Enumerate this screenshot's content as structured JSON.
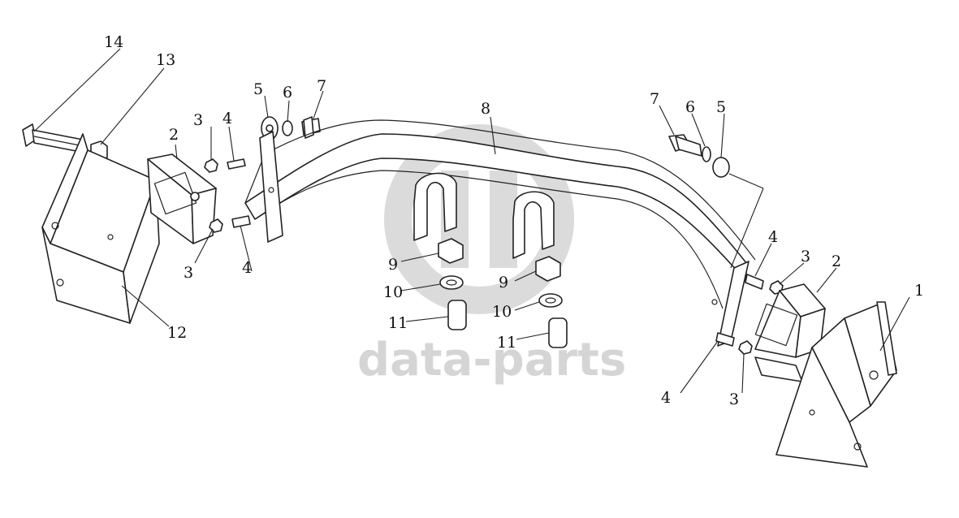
{
  "watermark": {
    "text": "data-parts",
    "color": "#c8c8c8"
  },
  "callouts": {
    "c14": "14",
    "c13": "13",
    "c12": "12",
    "c2a": "2",
    "c3a": "3",
    "c4a": "4",
    "c3b": "3",
    "c4b": "4",
    "c5a": "5",
    "c6a": "6",
    "c7a": "7",
    "c8": "8",
    "c9a": "9",
    "c10a": "10",
    "c11a": "11",
    "c9b": "9",
    "c10b": "10",
    "c11b": "11",
    "c7b": "7",
    "c6b": "6",
    "c5b": "5",
    "c4c": "4",
    "c3c": "3",
    "c2b": "2",
    "c1": "1",
    "c4d": "4",
    "c3d": "3"
  }
}
